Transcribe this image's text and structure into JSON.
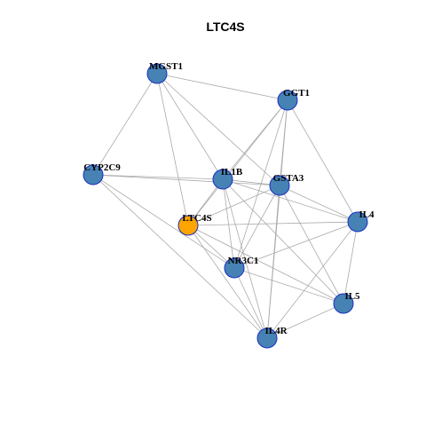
{
  "title": "LTC4S",
  "colors": {
    "default_node": "#4682b4",
    "highlight_node": "#ffa500",
    "node_border": "#1a2fc4",
    "edge": "#aaaaaa"
  },
  "nodes": [
    {
      "id": "MGST1",
      "label": "MGST1",
      "highlight": false
    },
    {
      "id": "GGT1",
      "label": "GGT1",
      "highlight": false
    },
    {
      "id": "CYP2C9",
      "label": "CYP2C9",
      "highlight": false
    },
    {
      "id": "IL1B",
      "label": "IL1B",
      "highlight": false
    },
    {
      "id": "GSTA3",
      "label": "GSTA3",
      "highlight": false
    },
    {
      "id": "LTC4S",
      "label": "LTC4S",
      "highlight": true
    },
    {
      "id": "IL4",
      "label": "IL4",
      "highlight": false
    },
    {
      "id": "NR3C1",
      "label": "NR3C1",
      "highlight": false
    },
    {
      "id": "IL5",
      "label": "IL5",
      "highlight": false
    },
    {
      "id": "IL4R",
      "label": "IL4R",
      "highlight": false
    }
  ],
  "edges": [
    [
      "MGST1",
      "GGT1"
    ],
    [
      "MGST1",
      "CYP2C9"
    ],
    [
      "MGST1",
      "IL1B"
    ],
    [
      "MGST1",
      "GSTA3"
    ],
    [
      "MGST1",
      "LTC4S"
    ],
    [
      "GGT1",
      "IL1B"
    ],
    [
      "GGT1",
      "GSTA3"
    ],
    [
      "GGT1",
      "LTC4S"
    ],
    [
      "GGT1",
      "IL4"
    ],
    [
      "GGT1",
      "NR3C1"
    ],
    [
      "GGT1",
      "IL4R"
    ],
    [
      "CYP2C9",
      "IL1B"
    ],
    [
      "CYP2C9",
      "GSTA3"
    ],
    [
      "CYP2C9",
      "NR3C1"
    ],
    [
      "CYP2C9",
      "IL4R"
    ],
    [
      "IL1B",
      "GSTA3"
    ],
    [
      "IL1B",
      "LTC4S"
    ],
    [
      "IL1B",
      "IL4"
    ],
    [
      "IL1B",
      "NR3C1"
    ],
    [
      "IL1B",
      "IL5"
    ],
    [
      "IL1B",
      "IL4R"
    ],
    [
      "GSTA3",
      "LTC4S"
    ],
    [
      "GSTA3",
      "IL4"
    ],
    [
      "GSTA3",
      "NR3C1"
    ],
    [
      "GSTA3",
      "IL5"
    ],
    [
      "GSTA3",
      "IL4R"
    ],
    [
      "LTC4S",
      "IL4"
    ],
    [
      "LTC4S",
      "NR3C1"
    ],
    [
      "LTC4S",
      "IL5"
    ],
    [
      "LTC4S",
      "IL4R"
    ],
    [
      "IL4",
      "NR3C1"
    ],
    [
      "IL4",
      "IL5"
    ],
    [
      "IL4",
      "IL4R"
    ],
    [
      "NR3C1",
      "IL5"
    ],
    [
      "NR3C1",
      "IL4R"
    ],
    [
      "IL5",
      "IL4R"
    ]
  ]
}
